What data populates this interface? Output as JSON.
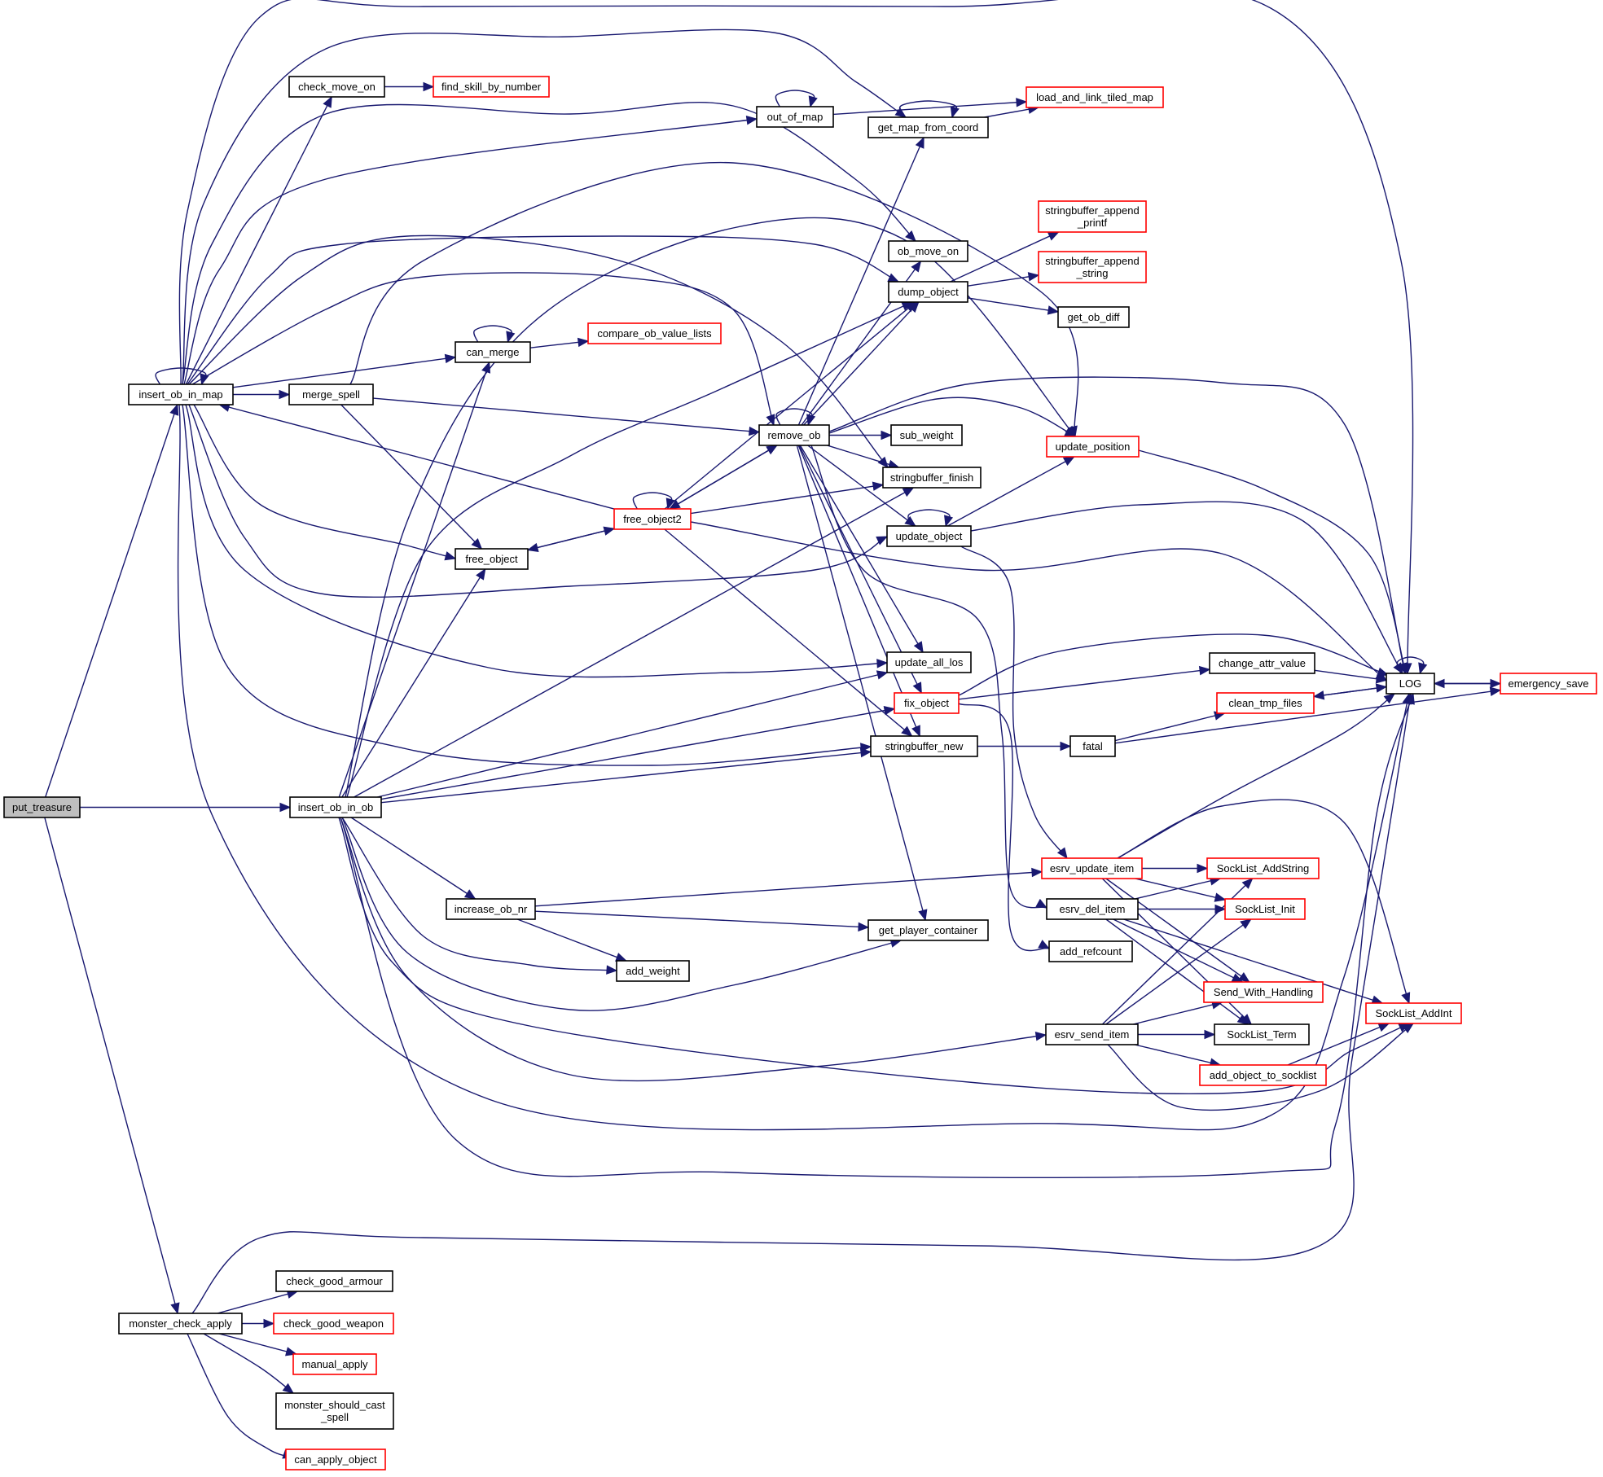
{
  "title": "put_treasure call graph",
  "colors": {
    "edge": "#191970",
    "node_border_normal": "#000000",
    "node_border_truncated": "#ff0000",
    "node_fill_root": "#bfbfbf",
    "node_fill": "#ffffff"
  },
  "nodes": [
    {
      "id": "put_treasure",
      "label": [
        "put_treasure"
      ],
      "kind": "root"
    },
    {
      "id": "insert_ob_in_map",
      "label": [
        "insert_ob_in_map"
      ],
      "kind": "normal"
    },
    {
      "id": "check_move_on",
      "label": [
        "check_move_on"
      ],
      "kind": "normal"
    },
    {
      "id": "find_skill_by_number",
      "label": [
        "find_skill_by_number"
      ],
      "kind": "truncated"
    },
    {
      "id": "out_of_map",
      "label": [
        "out_of_map"
      ],
      "kind": "normal"
    },
    {
      "id": "get_map_from_coord",
      "label": [
        "get_map_from_coord"
      ],
      "kind": "normal"
    },
    {
      "id": "load_and_link_tiled_map",
      "label": [
        "load_and_link_tiled_map"
      ],
      "kind": "truncated"
    },
    {
      "id": "ob_move_on",
      "label": [
        "ob_move_on"
      ],
      "kind": "normal"
    },
    {
      "id": "dump_object",
      "label": [
        "dump_object"
      ],
      "kind": "normal"
    },
    {
      "id": "stringbuffer_append_printf",
      "label": [
        "stringbuffer_append",
        "_printf"
      ],
      "kind": "truncated"
    },
    {
      "id": "stringbuffer_append_string",
      "label": [
        "stringbuffer_append",
        "_string"
      ],
      "kind": "truncated"
    },
    {
      "id": "get_ob_diff",
      "label": [
        "get_ob_diff"
      ],
      "kind": "normal"
    },
    {
      "id": "can_merge",
      "label": [
        "can_merge"
      ],
      "kind": "normal"
    },
    {
      "id": "compare_ob_value_lists",
      "label": [
        "compare_ob_value_lists"
      ],
      "kind": "truncated"
    },
    {
      "id": "merge_spell",
      "label": [
        "merge_spell"
      ],
      "kind": "normal"
    },
    {
      "id": "remove_ob",
      "label": [
        "remove_ob"
      ],
      "kind": "normal"
    },
    {
      "id": "sub_weight",
      "label": [
        "sub_weight"
      ],
      "kind": "normal"
    },
    {
      "id": "update_position",
      "label": [
        "update_position"
      ],
      "kind": "truncated"
    },
    {
      "id": "stringbuffer_finish",
      "label": [
        "stringbuffer_finish"
      ],
      "kind": "normal"
    },
    {
      "id": "free_object2",
      "label": [
        "free_object2"
      ],
      "kind": "truncated"
    },
    {
      "id": "update_object",
      "label": [
        "update_object"
      ],
      "kind": "normal"
    },
    {
      "id": "free_object",
      "label": [
        "free_object"
      ],
      "kind": "normal"
    },
    {
      "id": "update_all_los",
      "label": [
        "update_all_los"
      ],
      "kind": "normal"
    },
    {
      "id": "change_attr_value",
      "label": [
        "change_attr_value"
      ],
      "kind": "normal"
    },
    {
      "id": "LOG",
      "label": [
        "LOG"
      ],
      "kind": "normal"
    },
    {
      "id": "emergency_save",
      "label": [
        "emergency_save"
      ],
      "kind": "truncated"
    },
    {
      "id": "fix_object",
      "label": [
        "fix_object"
      ],
      "kind": "truncated"
    },
    {
      "id": "clean_tmp_files",
      "label": [
        "clean_tmp_files"
      ],
      "kind": "truncated"
    },
    {
      "id": "stringbuffer_new",
      "label": [
        "stringbuffer_new"
      ],
      "kind": "normal"
    },
    {
      "id": "fatal",
      "label": [
        "fatal"
      ],
      "kind": "normal"
    },
    {
      "id": "insert_ob_in_ob",
      "label": [
        "insert_ob_in_ob"
      ],
      "kind": "normal"
    },
    {
      "id": "esrv_update_item",
      "label": [
        "esrv_update_item"
      ],
      "kind": "truncated"
    },
    {
      "id": "SockList_AddString",
      "label": [
        "SockList_AddString"
      ],
      "kind": "truncated"
    },
    {
      "id": "increase_ob_nr",
      "label": [
        "increase_ob_nr"
      ],
      "kind": "normal"
    },
    {
      "id": "esrv_del_item",
      "label": [
        "esrv_del_item"
      ],
      "kind": "normal"
    },
    {
      "id": "SockList_Init",
      "label": [
        "SockList_Init"
      ],
      "kind": "truncated"
    },
    {
      "id": "get_player_container",
      "label": [
        "get_player_container"
      ],
      "kind": "normal"
    },
    {
      "id": "add_refcount",
      "label": [
        "add_refcount"
      ],
      "kind": "normal"
    },
    {
      "id": "add_weight",
      "label": [
        "add_weight"
      ],
      "kind": "normal"
    },
    {
      "id": "Send_With_Handling",
      "label": [
        "Send_With_Handling"
      ],
      "kind": "truncated"
    },
    {
      "id": "SockList_AddInt",
      "label": [
        "SockList_AddInt"
      ],
      "kind": "truncated"
    },
    {
      "id": "esrv_send_item",
      "label": [
        "esrv_send_item"
      ],
      "kind": "normal"
    },
    {
      "id": "SockList_Term",
      "label": [
        "SockList_Term"
      ],
      "kind": "normal"
    },
    {
      "id": "add_object_to_socklist",
      "label": [
        "add_object_to_socklist"
      ],
      "kind": "truncated"
    },
    {
      "id": "check_good_armour",
      "label": [
        "check_good_armour"
      ],
      "kind": "normal"
    },
    {
      "id": "monster_check_apply",
      "label": [
        "monster_check_apply"
      ],
      "kind": "normal"
    },
    {
      "id": "check_good_weapon",
      "label": [
        "check_good_weapon"
      ],
      "kind": "truncated"
    },
    {
      "id": "manual_apply",
      "label": [
        "manual_apply"
      ],
      "kind": "truncated"
    },
    {
      "id": "monster_should_cast_spell",
      "label": [
        "monster_should_cast",
        "_spell"
      ],
      "kind": "normal"
    },
    {
      "id": "can_apply_object",
      "label": [
        "can_apply_object"
      ],
      "kind": "truncated"
    }
  ],
  "edges": [
    [
      "put_treasure",
      "insert_ob_in_map"
    ],
    [
      "put_treasure",
      "insert_ob_in_ob"
    ],
    [
      "put_treasure",
      "monster_check_apply"
    ],
    [
      "insert_ob_in_map",
      "insert_ob_in_map"
    ],
    [
      "insert_ob_in_map",
      "check_move_on"
    ],
    [
      "insert_ob_in_map",
      "get_map_from_coord"
    ],
    [
      "insert_ob_in_map",
      "ob_move_on"
    ],
    [
      "insert_ob_in_map",
      "out_of_map"
    ],
    [
      "insert_ob_in_map",
      "LOG"
    ],
    [
      "insert_ob_in_map",
      "dump_object"
    ],
    [
      "insert_ob_in_map",
      "stringbuffer_finish"
    ],
    [
      "insert_ob_in_map",
      "remove_ob"
    ],
    [
      "insert_ob_in_map",
      "can_merge"
    ],
    [
      "insert_ob_in_map",
      "merge_spell"
    ],
    [
      "insert_ob_in_map",
      "free_object"
    ],
    [
      "insert_ob_in_map",
      "update_object"
    ],
    [
      "insert_ob_in_map",
      "update_all_los"
    ],
    [
      "insert_ob_in_map",
      "stringbuffer_new"
    ],
    [
      "insert_ob_in_map",
      "fix_object"
    ],
    [
      "check_move_on",
      "find_skill_by_number"
    ],
    [
      "out_of_map",
      "out_of_map"
    ],
    [
      "out_of_map",
      "load_and_link_tiled_map"
    ],
    [
      "get_map_from_coord",
      "get_map_from_coord"
    ],
    [
      "get_map_from_coord",
      "load_and_link_tiled_map"
    ],
    [
      "dump_object",
      "stringbuffer_append_printf"
    ],
    [
      "dump_object",
      "stringbuffer_append_string"
    ],
    [
      "dump_object",
      "get_ob_diff"
    ],
    [
      "can_merge",
      "can_merge"
    ],
    [
      "can_merge",
      "compare_ob_value_lists"
    ],
    [
      "merge_spell",
      "update_position"
    ],
    [
      "merge_spell",
      "remove_ob"
    ],
    [
      "merge_spell",
      "free_object"
    ],
    [
      "remove_ob",
      "remove_ob"
    ],
    [
      "remove_ob",
      "get_map_from_coord"
    ],
    [
      "remove_ob",
      "ob_move_on"
    ],
    [
      "remove_ob",
      "dump_object"
    ],
    [
      "remove_ob",
      "LOG"
    ],
    [
      "remove_ob",
      "update_position"
    ],
    [
      "remove_ob",
      "sub_weight"
    ],
    [
      "remove_ob",
      "stringbuffer_finish"
    ],
    [
      "remove_ob",
      "free_object2"
    ],
    [
      "remove_ob",
      "update_object"
    ],
    [
      "remove_ob",
      "update_all_los"
    ],
    [
      "remove_ob",
      "fix_object"
    ],
    [
      "remove_ob",
      "stringbuffer_new"
    ],
    [
      "remove_ob",
      "get_player_container"
    ],
    [
      "remove_ob",
      "esrv_del_item"
    ],
    [
      "free_object2",
      "free_object2"
    ],
    [
      "free_object2",
      "insert_ob_in_map"
    ],
    [
      "free_object2",
      "dump_object"
    ],
    [
      "free_object2",
      "remove_ob"
    ],
    [
      "free_object2",
      "stringbuffer_finish"
    ],
    [
      "free_object2",
      "free_object"
    ],
    [
      "free_object2",
      "LOG"
    ],
    [
      "free_object2",
      "stringbuffer_new"
    ],
    [
      "free_object",
      "free_object2"
    ],
    [
      "update_object",
      "update_object"
    ],
    [
      "update_object",
      "update_position"
    ],
    [
      "update_object",
      "LOG"
    ],
    [
      "update_object",
      "esrv_update_item"
    ],
    [
      "update_position",
      "LOG"
    ],
    [
      "fix_object",
      "LOG"
    ],
    [
      "fix_object",
      "change_attr_value"
    ],
    [
      "fix_object",
      "add_refcount"
    ],
    [
      "change_attr_value",
      "LOG"
    ],
    [
      "LOG",
      "LOG"
    ],
    [
      "LOG",
      "clean_tmp_files"
    ],
    [
      "LOG",
      "emergency_save"
    ],
    [
      "emergency_save",
      "LOG"
    ],
    [
      "clean_tmp_files",
      "LOG"
    ],
    [
      "stringbuffer_new",
      "fatal"
    ],
    [
      "fatal",
      "clean_tmp_files"
    ],
    [
      "fatal",
      "emergency_save"
    ],
    [
      "insert_ob_in_ob",
      "can_merge"
    ],
    [
      "insert_ob_in_ob",
      "dump_object"
    ],
    [
      "insert_ob_in_ob",
      "update_position"
    ],
    [
      "insert_ob_in_ob",
      "free_object"
    ],
    [
      "insert_ob_in_ob",
      "stringbuffer_finish"
    ],
    [
      "insert_ob_in_ob",
      "update_all_los"
    ],
    [
      "insert_ob_in_ob",
      "fix_object"
    ],
    [
      "insert_ob_in_ob",
      "stringbuffer_new"
    ],
    [
      "insert_ob_in_ob",
      "increase_ob_nr"
    ],
    [
      "insert_ob_in_ob",
      "add_weight"
    ],
    [
      "insert_ob_in_ob",
      "get_player_container"
    ],
    [
      "insert_ob_in_ob",
      "esrv_send_item"
    ],
    [
      "insert_ob_in_ob",
      "LOG"
    ],
    [
      "insert_ob_in_ob",
      "SockList_AddInt"
    ],
    [
      "increase_ob_nr",
      "esrv_update_item"
    ],
    [
      "increase_ob_nr",
      "get_player_container"
    ],
    [
      "increase_ob_nr",
      "add_weight"
    ],
    [
      "esrv_update_item",
      "LOG"
    ],
    [
      "esrv_update_item",
      "SockList_AddString"
    ],
    [
      "esrv_update_item",
      "SockList_Init"
    ],
    [
      "esrv_update_item",
      "Send_With_Handling"
    ],
    [
      "esrv_update_item",
      "SockList_Term"
    ],
    [
      "esrv_update_item",
      "SockList_AddInt"
    ],
    [
      "esrv_del_item",
      "SockList_AddString"
    ],
    [
      "esrv_del_item",
      "SockList_Init"
    ],
    [
      "esrv_del_item",
      "Send_With_Handling"
    ],
    [
      "esrv_del_item",
      "SockList_Term"
    ],
    [
      "esrv_del_item",
      "SockList_AddInt"
    ],
    [
      "esrv_send_item",
      "SockList_AddString"
    ],
    [
      "esrv_send_item",
      "SockList_Init"
    ],
    [
      "esrv_send_item",
      "Send_With_Handling"
    ],
    [
      "esrv_send_item",
      "SockList_Term"
    ],
    [
      "esrv_send_item",
      "add_object_to_socklist"
    ],
    [
      "esrv_send_item",
      "SockList_AddInt"
    ],
    [
      "add_object_to_socklist",
      "SockList_AddInt"
    ],
    [
      "monster_check_apply",
      "LOG"
    ],
    [
      "monster_check_apply",
      "check_good_armour"
    ],
    [
      "monster_check_apply",
      "check_good_weapon"
    ],
    [
      "monster_check_apply",
      "manual_apply"
    ],
    [
      "monster_check_apply",
      "monster_should_cast_spell"
    ],
    [
      "monster_check_apply",
      "can_apply_object"
    ]
  ]
}
